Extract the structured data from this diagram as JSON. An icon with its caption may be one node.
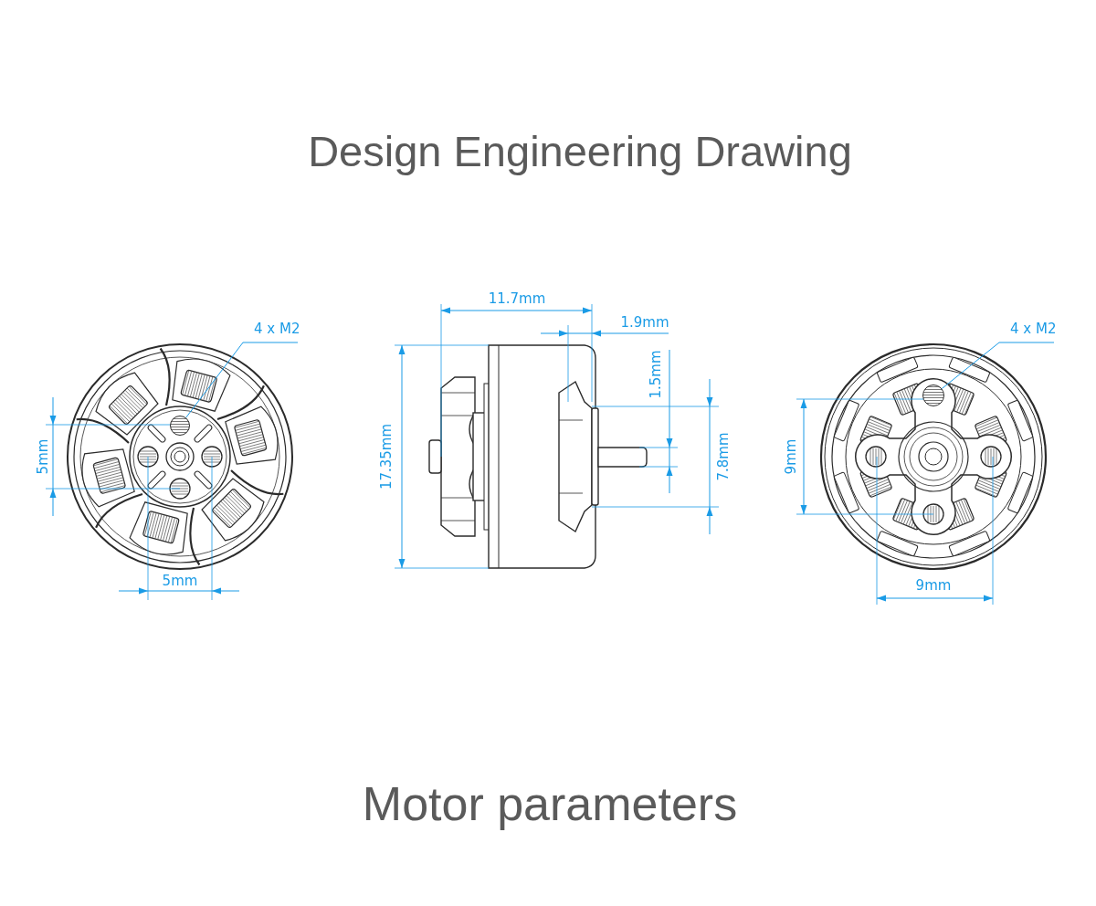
{
  "diagram": {
    "title": "Design Engineering Drawing",
    "caption": "Motor parameters",
    "nodes": [
      {
        "text": [
          "4 x M2"
        ]
      },
      {
        "text": [],
        "shape": "circle"
      },
      {
        "text": [
          "4 x M2"
        ]
      },
      {
        "text": [],
        "shape": "circle"
      }
    ],
    "edges": [
      {
        "from": 0,
        "to": 1,
        "arrow": "none"
      },
      {
        "from": 2,
        "to": 3,
        "arrow": "none"
      }
    ],
    "labels": [
      "5mm",
      "5mm",
      "11.7mm",
      "1.9mm",
      "1.5mm",
      "17.35mm",
      "7.8mm",
      "9mm",
      "9mm"
    ]
  }
}
